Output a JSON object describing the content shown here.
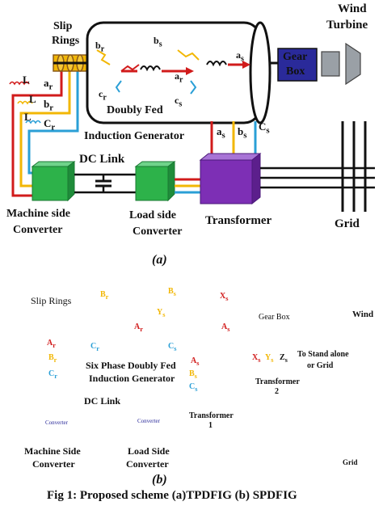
{
  "colors": {
    "red": "#d11b1b",
    "yellow": "#f2b705",
    "blue": "#2a9fd6",
    "green": "#2db24a",
    "purple": "#7d2fb5",
    "navy": "#2a2a9a",
    "gray": "#9aa0a6",
    "brown": "#8a5a1a"
  },
  "part_a": {
    "slip_rings_label_1": "Slip",
    "slip_rings_label_2": "Rings",
    "wind_turbine_1": "Wind",
    "wind_turbine_2": "Turbine",
    "gear_box_1": "Gear",
    "gear_box_2": "Box",
    "dfig_label_1": "Doubly Fed",
    "dfig_label_2": "Induction Generator",
    "dc_link": "DC Link",
    "machine_side_1": "Machine side",
    "machine_side_2": "Converter",
    "load_side_1": "Load side",
    "load_side_2": "Converter",
    "transformer": "Transformer",
    "grid": "Grid",
    "caption": "(a)",
    "L1": "L",
    "L2": "L",
    "L3": "L",
    "ar": "a",
    "br": "b",
    "cr": "C",
    "r_sub": "r",
    "s_sub": "s",
    "as": "a",
    "bs": "b",
    "cs": "C",
    "inner_br": "b",
    "inner_bs": "b",
    "inner_as": "a",
    "inner_ar": "a",
    "inner_cr": "c",
    "inner_cs": "c"
  },
  "part_b": {
    "slip_rings": "Slip Rings",
    "Br": "B",
    "Bs": "B",
    "Xs": "X",
    "Ys": "Y",
    "gear_box": "Gear Box",
    "wind": "Wind",
    "Ar_top": "A",
    "As_top": "A",
    "Ar_left": "A",
    "Br_left": "B",
    "Cr_left": "C",
    "Cr_mid": "C",
    "Cs_mid": "C",
    "As_low": "A",
    "Bs_low": "B",
    "Cs_low": "C",
    "six_phase_1": "Six Phase Doubly Fed",
    "six_phase_2": "Induction Generator",
    "Xs_right": "X",
    "Ys_right": "Y",
    "Zs_right": "Z",
    "to_standalone_1": "To Stand alone",
    "to_standalone_2": "or Grid",
    "transformer_2_1": "Transformer",
    "transformer_2_2": "2",
    "dc_link": "DC Link",
    "transformer_1_1": "Transformer",
    "transformer_1_2": "1",
    "converter_left": "Converter",
    "converter_mid": "Converter",
    "machine_side_1": "Machine Side",
    "machine_side_2": "Converter",
    "load_side_1": "Load Side",
    "load_side_2": "Converter",
    "grid": "Grid",
    "caption": "(b)"
  },
  "figure_caption": "Fig 1: Proposed scheme (a)TPDFIG (b) SPDFIG"
}
